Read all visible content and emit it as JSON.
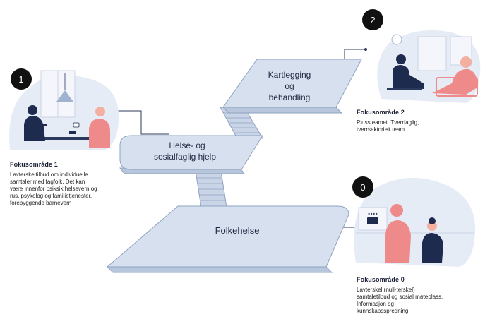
{
  "platforms": {
    "folkehelse": "Folkehelse",
    "helse_line1": "Helse- og",
    "helse_line2": "sosialfaglig hjelp",
    "kart_line1": "Kartlegging",
    "kart_line2": "og",
    "kart_line3": "behandling"
  },
  "focus_areas": [
    {
      "badge": "1",
      "title": "Fokusområde 1",
      "lines": [
        "Lavterskeltilbud om individuelle",
        "samtaler med fagfolk. Det kan",
        "være innenfor psiksik helsevern og",
        "rus, psykolog og familietjenester,",
        "forebyggende barnevern"
      ]
    },
    {
      "badge": "2",
      "title": "Fokusområde 2",
      "lines": [
        "Plussteamet. Tverrfaglig,",
        "tverrsektorielt team."
      ]
    },
    {
      "badge": "0",
      "title": "Fokusområde 0",
      "lines": [
        "Lavterskel (null-terskel)",
        "samtaletilbud og sosial møteplass.",
        "Informasjon og",
        "kunnskapsspredning."
      ]
    }
  ],
  "colors": {
    "platform_fill": "#d7e0ee",
    "platform_edge": "#8ea3c2",
    "bg_shape": "#e6ecf6",
    "accent_coral": "#ef8a8a",
    "navy": "#1d2b4f",
    "badge": "#111111"
  }
}
